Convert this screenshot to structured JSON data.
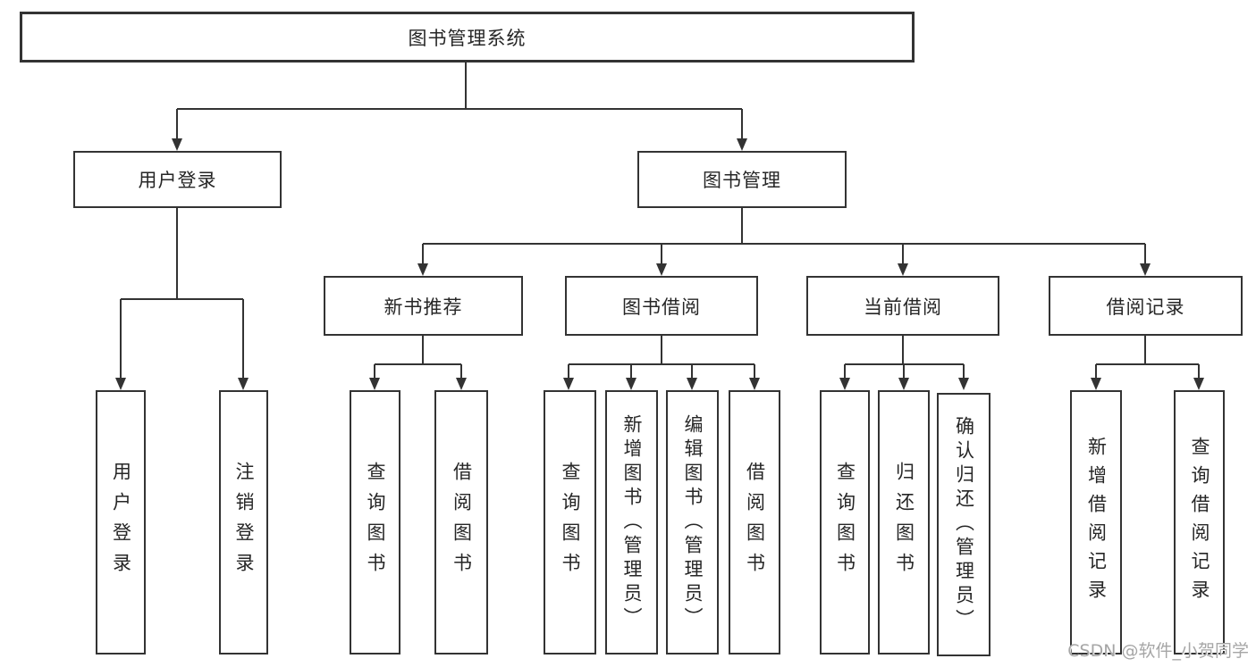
{
  "colors": {
    "line": "#333333",
    "box_border": "#333333",
    "box_fill": "#ffffff",
    "text": "#262626",
    "watermark": "#a6a6a6"
  },
  "watermark": {
    "text": "CSDN @软件_小贺同学"
  },
  "diagram": {
    "type": "hierarchy-chart",
    "root": {
      "label": "图书管理系统"
    },
    "branches": [
      {
        "label": "用户登录",
        "children": [
          {
            "label": "用户登录"
          },
          {
            "label": "注销登录"
          }
        ]
      },
      {
        "label": "图书管理",
        "children": [
          {
            "label": "新书推荐",
            "children": [
              {
                "label": "查询图书"
              },
              {
                "label": "借阅图书"
              }
            ]
          },
          {
            "label": "图书借阅",
            "children": [
              {
                "label": "查询图书"
              },
              {
                "label": "新增图书（管理员）"
              },
              {
                "label": "编辑图书（管理员）"
              },
              {
                "label": "借阅图书"
              }
            ]
          },
          {
            "label": "当前借阅",
            "children": [
              {
                "label": "查询图书"
              },
              {
                "label": "归还图书"
              },
              {
                "label": "确认归还（管理员）"
              }
            ]
          },
          {
            "label": "借阅记录",
            "children": [
              {
                "label": "新增借阅记录"
              },
              {
                "label": "查询借阅记录"
              }
            ]
          }
        ]
      }
    ]
  }
}
